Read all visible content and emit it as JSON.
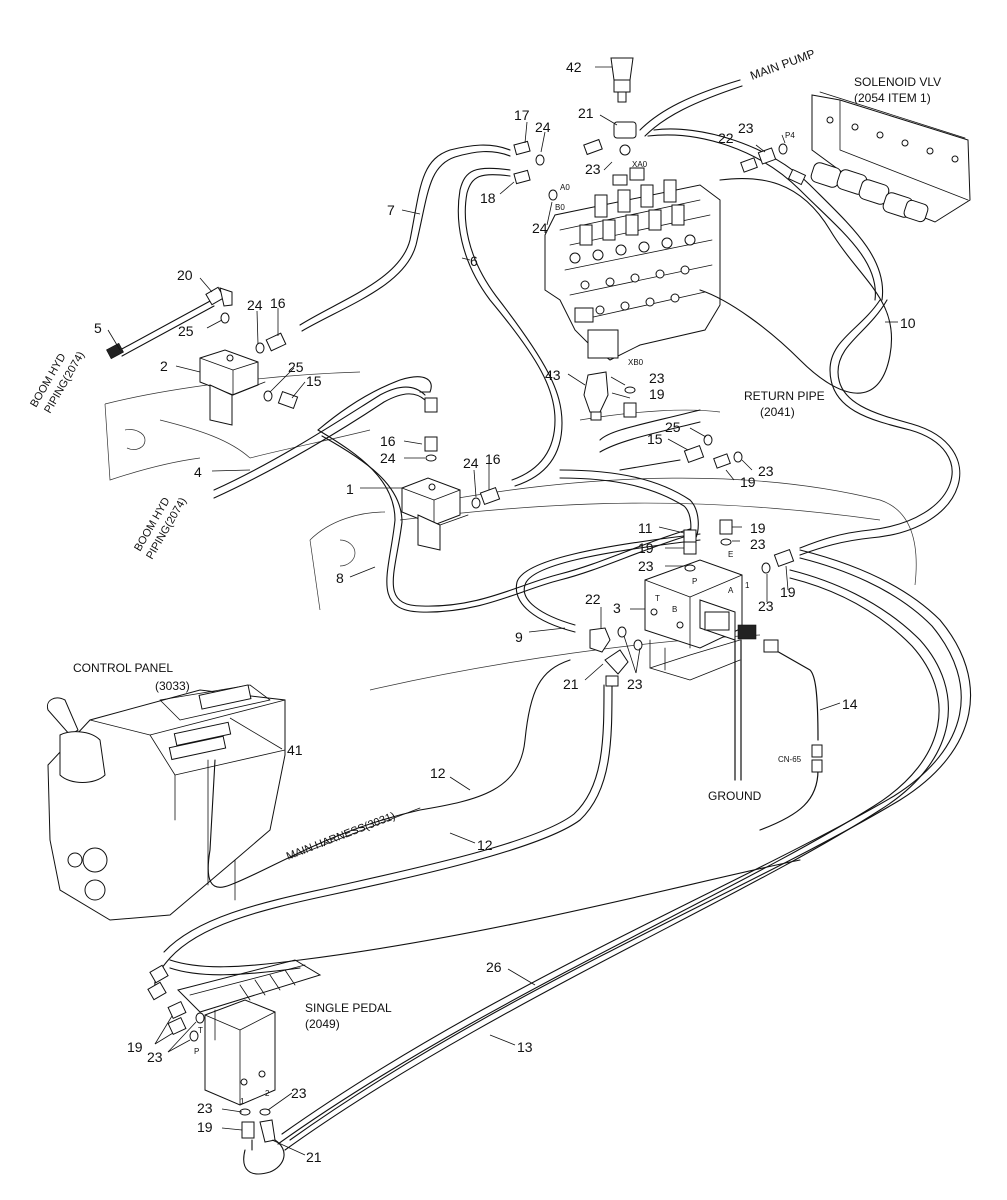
{
  "labels": {
    "main_pump": "MAIN PUMP",
    "solenoid_title": "SOLENOID VLV",
    "solenoid_ref": "(2054 ITEM 1)",
    "return_title": "RETURN PIPE",
    "return_ref": "(2041)",
    "boom_hyd_1a": "BOOM HYD",
    "boom_hyd_1b": "PIPING(2074)",
    "boom_hyd_2a": "BOOM HYD",
    "boom_hyd_2b": "PIPING(2074)",
    "control_title": "CONTROL PANEL",
    "control_ref": "(3033)",
    "main_harness": "MAIN HARNESS(3031)",
    "ground": "GROUND",
    "single_title": "SINGLE PEDAL",
    "single_ref": "(2049)",
    "cn65": "CN-65"
  },
  "ports": {
    "p4": "P4",
    "xa0": "XA0",
    "b0": "B0",
    "xb0": "XB0",
    "a0": "A0",
    "t": "T",
    "p": "P",
    "b": "B",
    "a": "A",
    "e": "E",
    "one": "1",
    "two": "2",
    "ped_t": "T",
    "ped_p": "P",
    "ped_1": "1",
    "ped_2": "2"
  },
  "callouts": [
    {
      "id": "c42",
      "text": "42"
    },
    {
      "id": "c21a",
      "text": "21"
    },
    {
      "id": "c17",
      "text": "17"
    },
    {
      "id": "c24a",
      "text": "24"
    },
    {
      "id": "c23a",
      "text": "23"
    },
    {
      "id": "c22a",
      "text": "22"
    },
    {
      "id": "c23b",
      "text": "23"
    },
    {
      "id": "c18",
      "text": "18"
    },
    {
      "id": "c24b",
      "text": "24"
    },
    {
      "id": "c7",
      "text": "7"
    },
    {
      "id": "c6",
      "text": "6"
    },
    {
      "id": "c10",
      "text": "10"
    },
    {
      "id": "c20",
      "text": "20"
    },
    {
      "id": "c5",
      "text": "5"
    },
    {
      "id": "c25a",
      "text": "25"
    },
    {
      "id": "c24c",
      "text": "24"
    },
    {
      "id": "c16a",
      "text": "16"
    },
    {
      "id": "c2",
      "text": "2"
    },
    {
      "id": "c25b",
      "text": "25"
    },
    {
      "id": "c15a",
      "text": "15"
    },
    {
      "id": "c43",
      "text": "43"
    },
    {
      "id": "c23c",
      "text": "23"
    },
    {
      "id": "c19a",
      "text": "19"
    },
    {
      "id": "c16b",
      "text": "16"
    },
    {
      "id": "c24d",
      "text": "24"
    },
    {
      "id": "c24e",
      "text": "24"
    },
    {
      "id": "c16c",
      "text": "16"
    },
    {
      "id": "c4",
      "text": "4"
    },
    {
      "id": "c1",
      "text": "1"
    },
    {
      "id": "c15b",
      "text": "15"
    },
    {
      "id": "c25c",
      "text": "25"
    },
    {
      "id": "c23d",
      "text": "23"
    },
    {
      "id": "c19b",
      "text": "19"
    },
    {
      "id": "c11",
      "text": "11"
    },
    {
      "id": "c19c",
      "text": "19"
    },
    {
      "id": "c19d",
      "text": "19"
    },
    {
      "id": "c23e",
      "text": "23"
    },
    {
      "id": "c23f",
      "text": "23"
    },
    {
      "id": "c8",
      "text": "8"
    },
    {
      "id": "c3",
      "text": "3"
    },
    {
      "id": "c23g",
      "text": "23"
    },
    {
      "id": "c19e",
      "text": "19"
    },
    {
      "id": "c9",
      "text": "9"
    },
    {
      "id": "c22b",
      "text": "22"
    },
    {
      "id": "c21b",
      "text": "21"
    },
    {
      "id": "c23h",
      "text": "23"
    },
    {
      "id": "c14",
      "text": "14"
    },
    {
      "id": "c41",
      "text": "41"
    },
    {
      "id": "c12a",
      "text": "12"
    },
    {
      "id": "c12b",
      "text": "12"
    },
    {
      "id": "c26",
      "text": "26"
    },
    {
      "id": "c19f",
      "text": "19"
    },
    {
      "id": "c23i",
      "text": "23"
    },
    {
      "id": "c13",
      "text": "13"
    },
    {
      "id": "c23j",
      "text": "23"
    },
    {
      "id": "c23k",
      "text": "23"
    },
    {
      "id": "c19g",
      "text": "19"
    },
    {
      "id": "c21c",
      "text": "21"
    }
  ]
}
